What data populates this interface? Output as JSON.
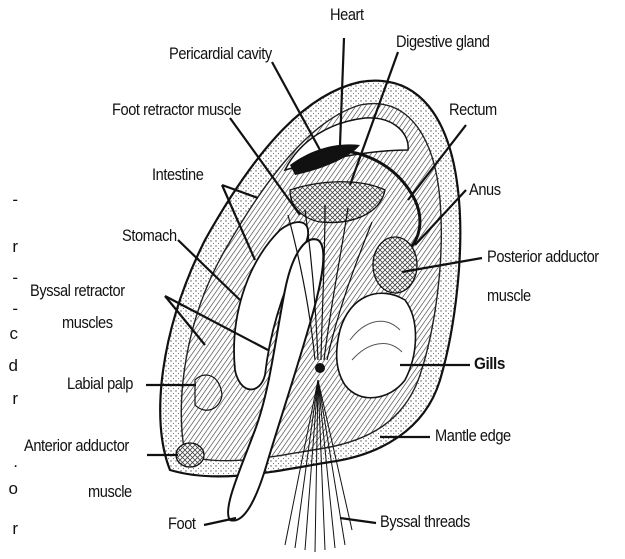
{
  "labels": {
    "heart": "Heart",
    "pericardial_cavity": "Pericardial cavity",
    "digestive_gland": "Digestive gland",
    "foot_retractor_muscle": "Foot retractor muscle",
    "rectum": "Rectum",
    "intestine": "Intestine",
    "anus": "Anus",
    "stomach": "Stomach",
    "posterior_adductor_1": "Posterior adductor",
    "posterior_adductor_2": "muscle",
    "byssal_retractor_1": "Byssal retractor",
    "byssal_retractor_2": "muscles",
    "gills": "Gills",
    "labial_palp": "Labial palp",
    "mantle_edge": "Mantle edge",
    "anterior_adductor_1": "Anterior adductor",
    "anterior_adductor_2": "muscle",
    "foot": "Foot",
    "byssal_threads": "Byssal threads"
  },
  "edge_text": [
    "-",
    "r",
    "-",
    "-",
    "c",
    "d",
    "r",
    ".",
    "o",
    "r"
  ],
  "colors": {
    "ink": "#111111",
    "shade": "#8a8a8a",
    "light": "#d9d9d9"
  }
}
